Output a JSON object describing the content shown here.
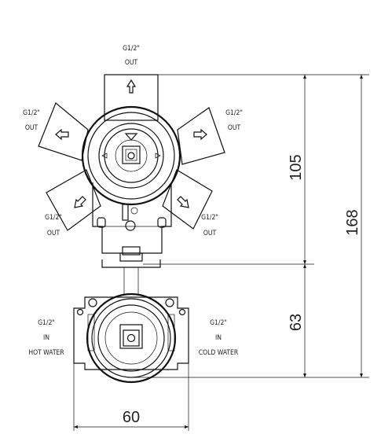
{
  "labels": {
    "top_out": {
      "line1": "G1/2\"",
      "line2": "OUT"
    },
    "upper_left_out": {
      "line1": "G1/2\"",
      "line2": "OUT"
    },
    "upper_right_out": {
      "line1": "G1/2\"",
      "line2": "OUT"
    },
    "lower_left_out": {
      "line1": "G1/2\"",
      "line2": "OUT"
    },
    "lower_right_out": {
      "line1": "G1/2\"",
      "line2": "OUT"
    },
    "hot_in": {
      "line1": "G1/2\"",
      "line2": "IN",
      "line3": "HOT WATER"
    },
    "cold_in": {
      "line1": "G1/2\"",
      "line2": "IN",
      "line3": "COLD WATER"
    }
  },
  "dimensions": {
    "upper_height": "105",
    "lower_height": "63",
    "total_height": "168",
    "width": "60"
  }
}
